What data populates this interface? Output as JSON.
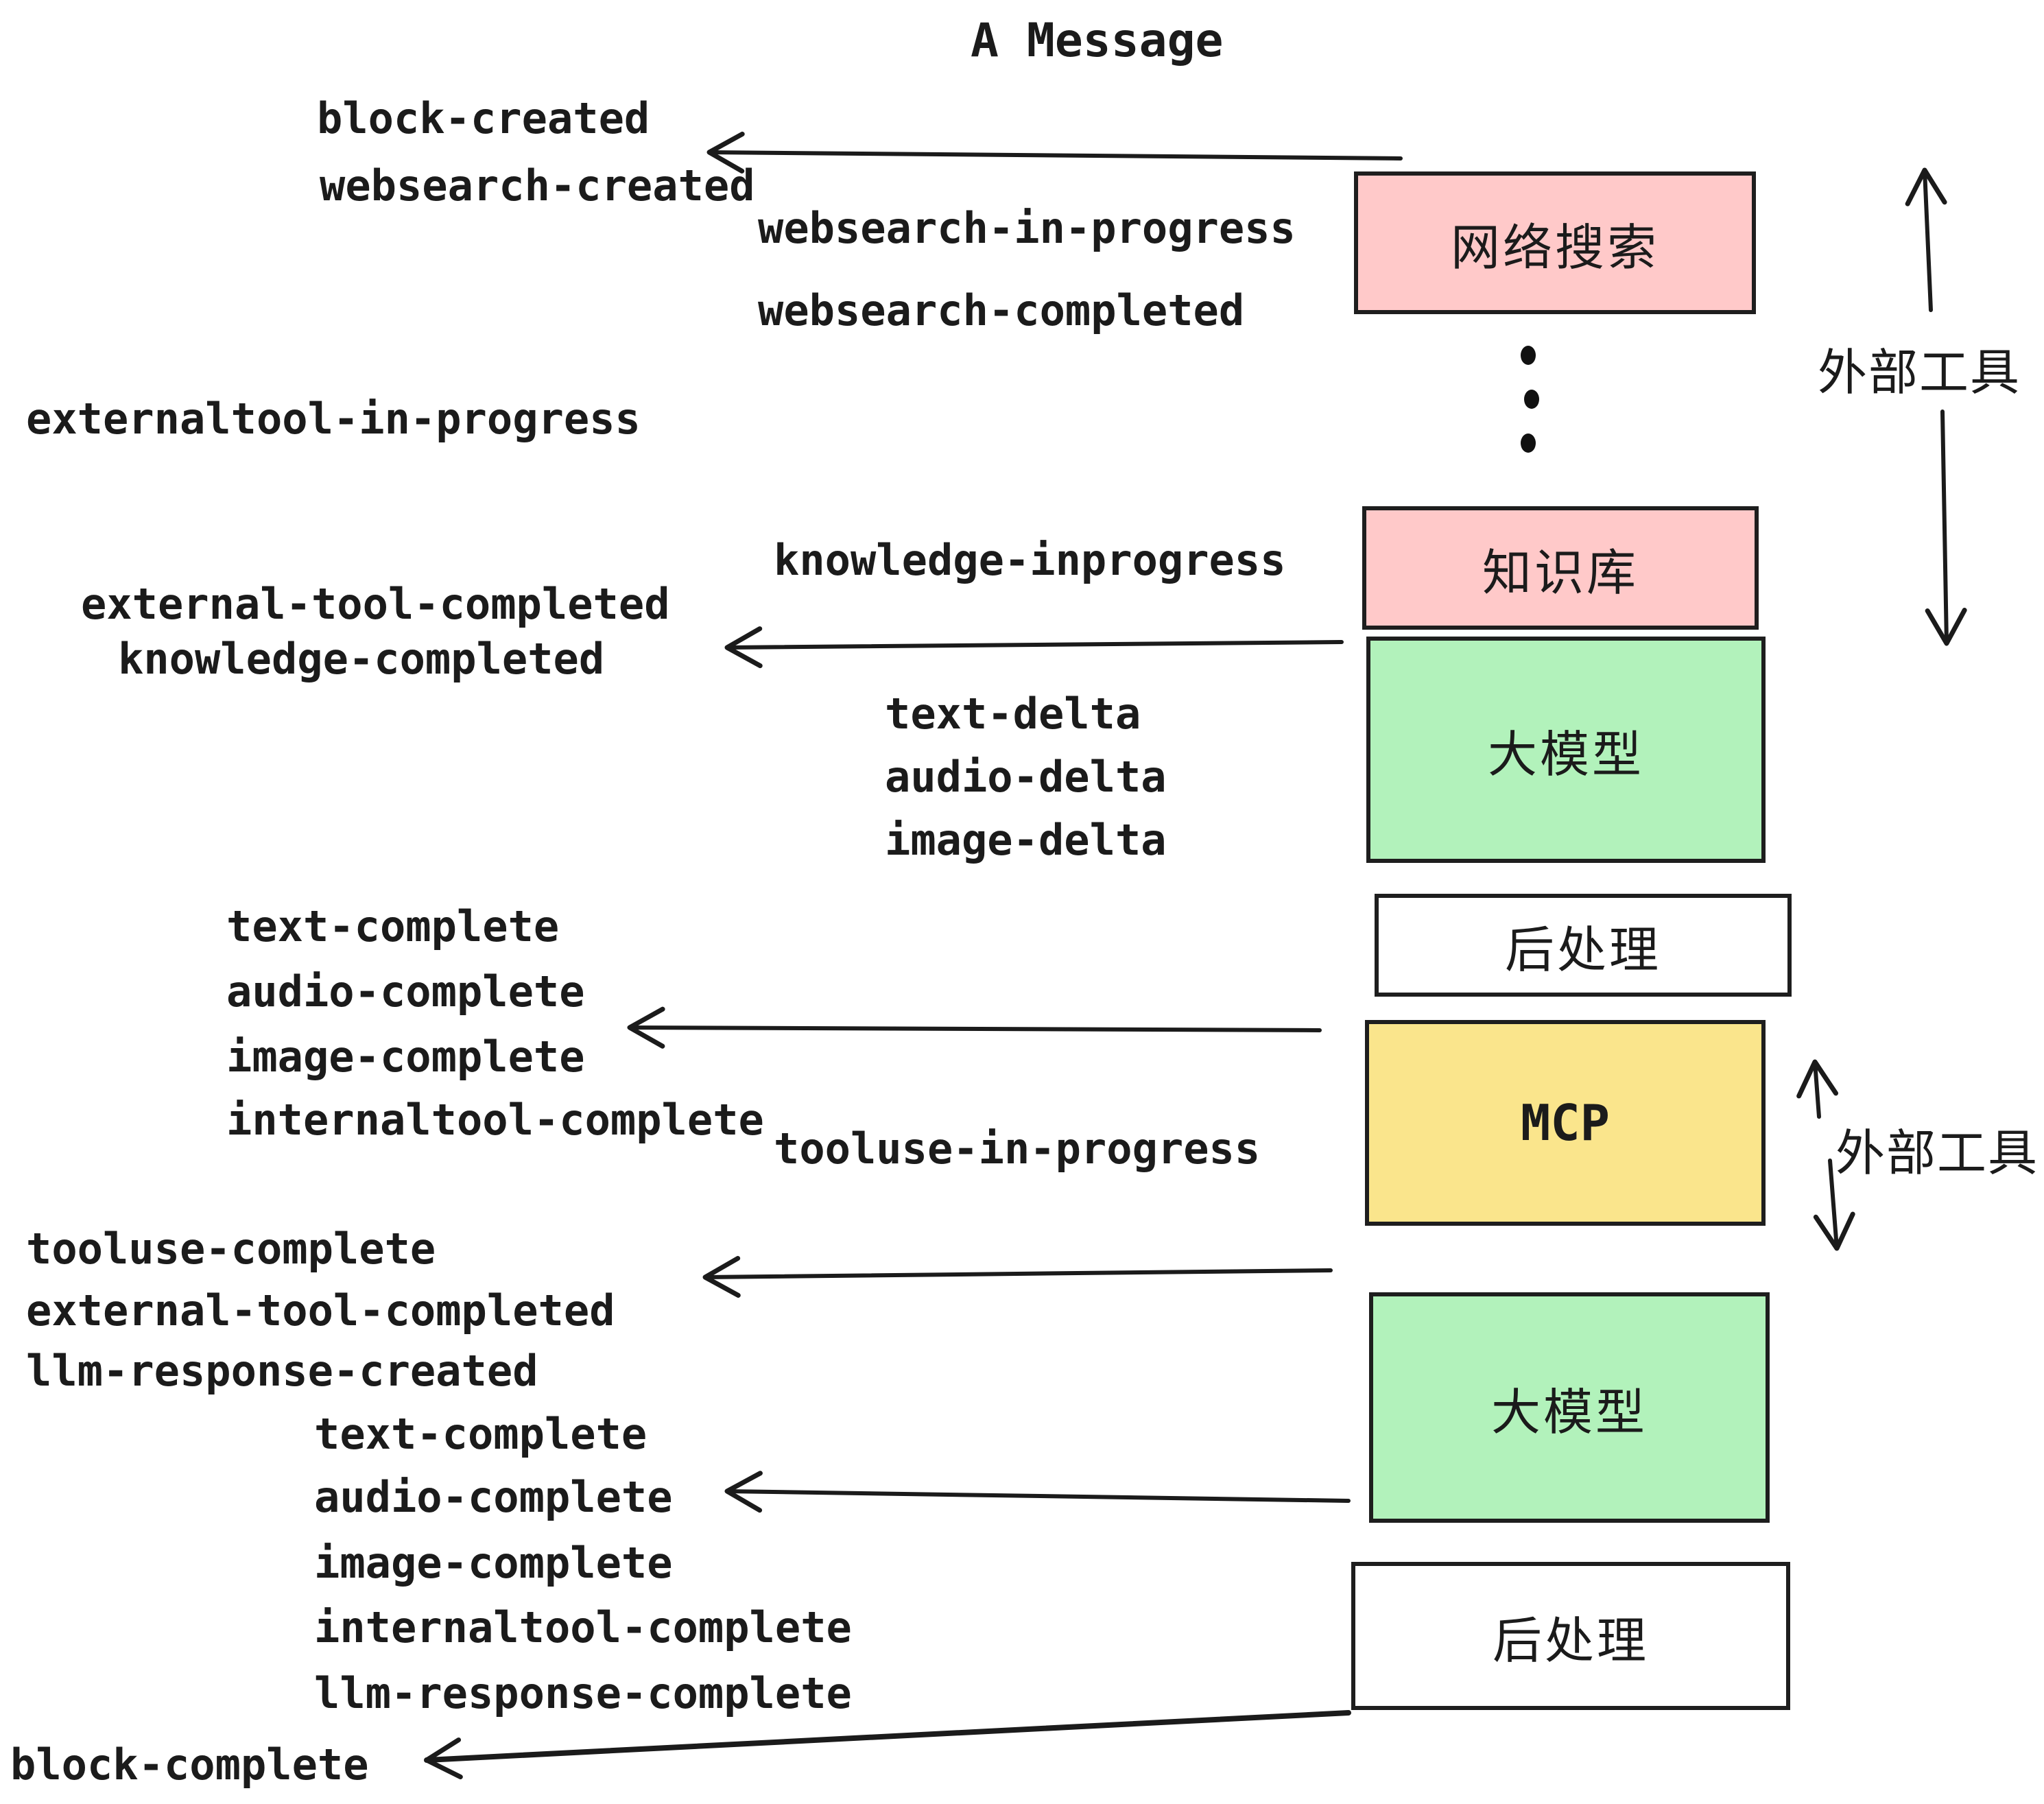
{
  "title": "A Message",
  "colors": {
    "pink": "#ffc9c9",
    "green": "#b2f2bb",
    "yellow": "#fae58c",
    "white": "#ffffff",
    "ink": "#1b1b1b"
  },
  "events": {
    "block_created": "block-created",
    "websearch_created": "websearch-created",
    "websearch_in_progress": "websearch-in-progress",
    "websearch_completed": "websearch-completed",
    "externaltool_in_progress": "externaltool-in-progress",
    "knowledge_inprogress": "knowledge-inprogress",
    "external_tool_completed": "external-tool-completed",
    "knowledge_completed": "knowledge-completed",
    "text_delta": "text-delta",
    "audio_delta": "audio-delta",
    "image_delta": "image-delta",
    "text_complete": "text-complete",
    "audio_complete": "audio-complete",
    "image_complete": "image-complete",
    "internaltool_complete": "internaltool-complete",
    "tooluse_in_progress": "tooluse-in-progress",
    "tooluse_complete": "tooluse-complete",
    "llm_response_created": "llm-response-created",
    "llm_response_complete": "llm-response-complete",
    "block_complete": "block-complete"
  },
  "boxes": [
    {
      "label": "网络搜索",
      "fill": "#ffc9c9"
    },
    {
      "label": "知识库",
      "fill": "#ffc9c9"
    },
    {
      "label": "大模型",
      "fill": "#b2f2bb"
    },
    {
      "label": "后处理",
      "fill": "#ffffff"
    },
    {
      "label": "MCP",
      "fill": "#fae58c"
    },
    {
      "label": "大模型",
      "fill": "#b2f2bb"
    },
    {
      "label": "后处理",
      "fill": "#ffffff"
    }
  ],
  "annotations": {
    "external_tools_top": "外部工具",
    "external_tools_bottom": "外部工具"
  }
}
